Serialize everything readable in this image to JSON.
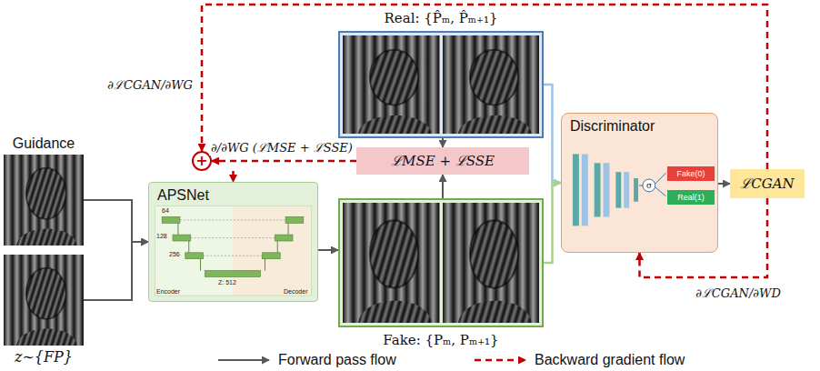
{
  "diagram": {
    "nodes": [
      {
        "text": [
          "Guidance"
        ]
      },
      {
        "text": [
          "z∼{FP}"
        ]
      },
      {
        "text": [
          "APSNet"
        ]
      },
      {
        "text": [
          "+"
        ]
      },
      {
        "text": [
          "Real: {P̂ₘ, P̂ₘ₊₁}"
        ]
      },
      {
        "text": [
          "ℒMSE + ℒSSE"
        ]
      },
      {
        "text": [
          "Fake: {Pₘ, Pₘ₊₁}"
        ]
      },
      {
        "text": [
          "Discriminator"
        ]
      },
      {
        "text": [
          "Fake(0)"
        ],
        "in": 7
      },
      {
        "text": [
          "Real(1)"
        ],
        "in": 7
      },
      {
        "text": [
          "ℒCGAN"
        ]
      }
    ],
    "edges": [
      {
        "from": 0,
        "to": 2,
        "arrow": "to"
      },
      {
        "from": 1,
        "to": 2,
        "arrow": "to"
      },
      {
        "from": 2,
        "to": 6,
        "arrow": "to"
      },
      {
        "from": 4,
        "to": 5,
        "arrow": "to"
      },
      {
        "from": 6,
        "to": 5,
        "arrow": "to"
      },
      {
        "from": 4,
        "to": 7,
        "arrow": "to"
      },
      {
        "from": 6,
        "to": 7,
        "arrow": "to"
      },
      {
        "from": 7,
        "to": 10,
        "arrow": "to"
      },
      {
        "from": 10,
        "to": 7,
        "label": "∂ℒCGAN/∂WD",
        "arrow": "to"
      },
      {
        "from": 10,
        "to": 3,
        "label": "∂ℒCGAN/∂WG",
        "arrow": "to"
      },
      {
        "from": 5,
        "to": 3,
        "label": "∂/∂WG (ℒMSE + ℒSSE)",
        "arrow": "to"
      },
      {
        "from": 3,
        "to": 2,
        "arrow": "to"
      }
    ],
    "labels": [
      "64",
      "128",
      "256",
      "Z: 512",
      "Encoder",
      "Decoder",
      "σ"
    ],
    "legend": [
      {
        "text": "Forward pass flow"
      },
      {
        "text": "Backward gradient flow"
      }
    ]
  }
}
